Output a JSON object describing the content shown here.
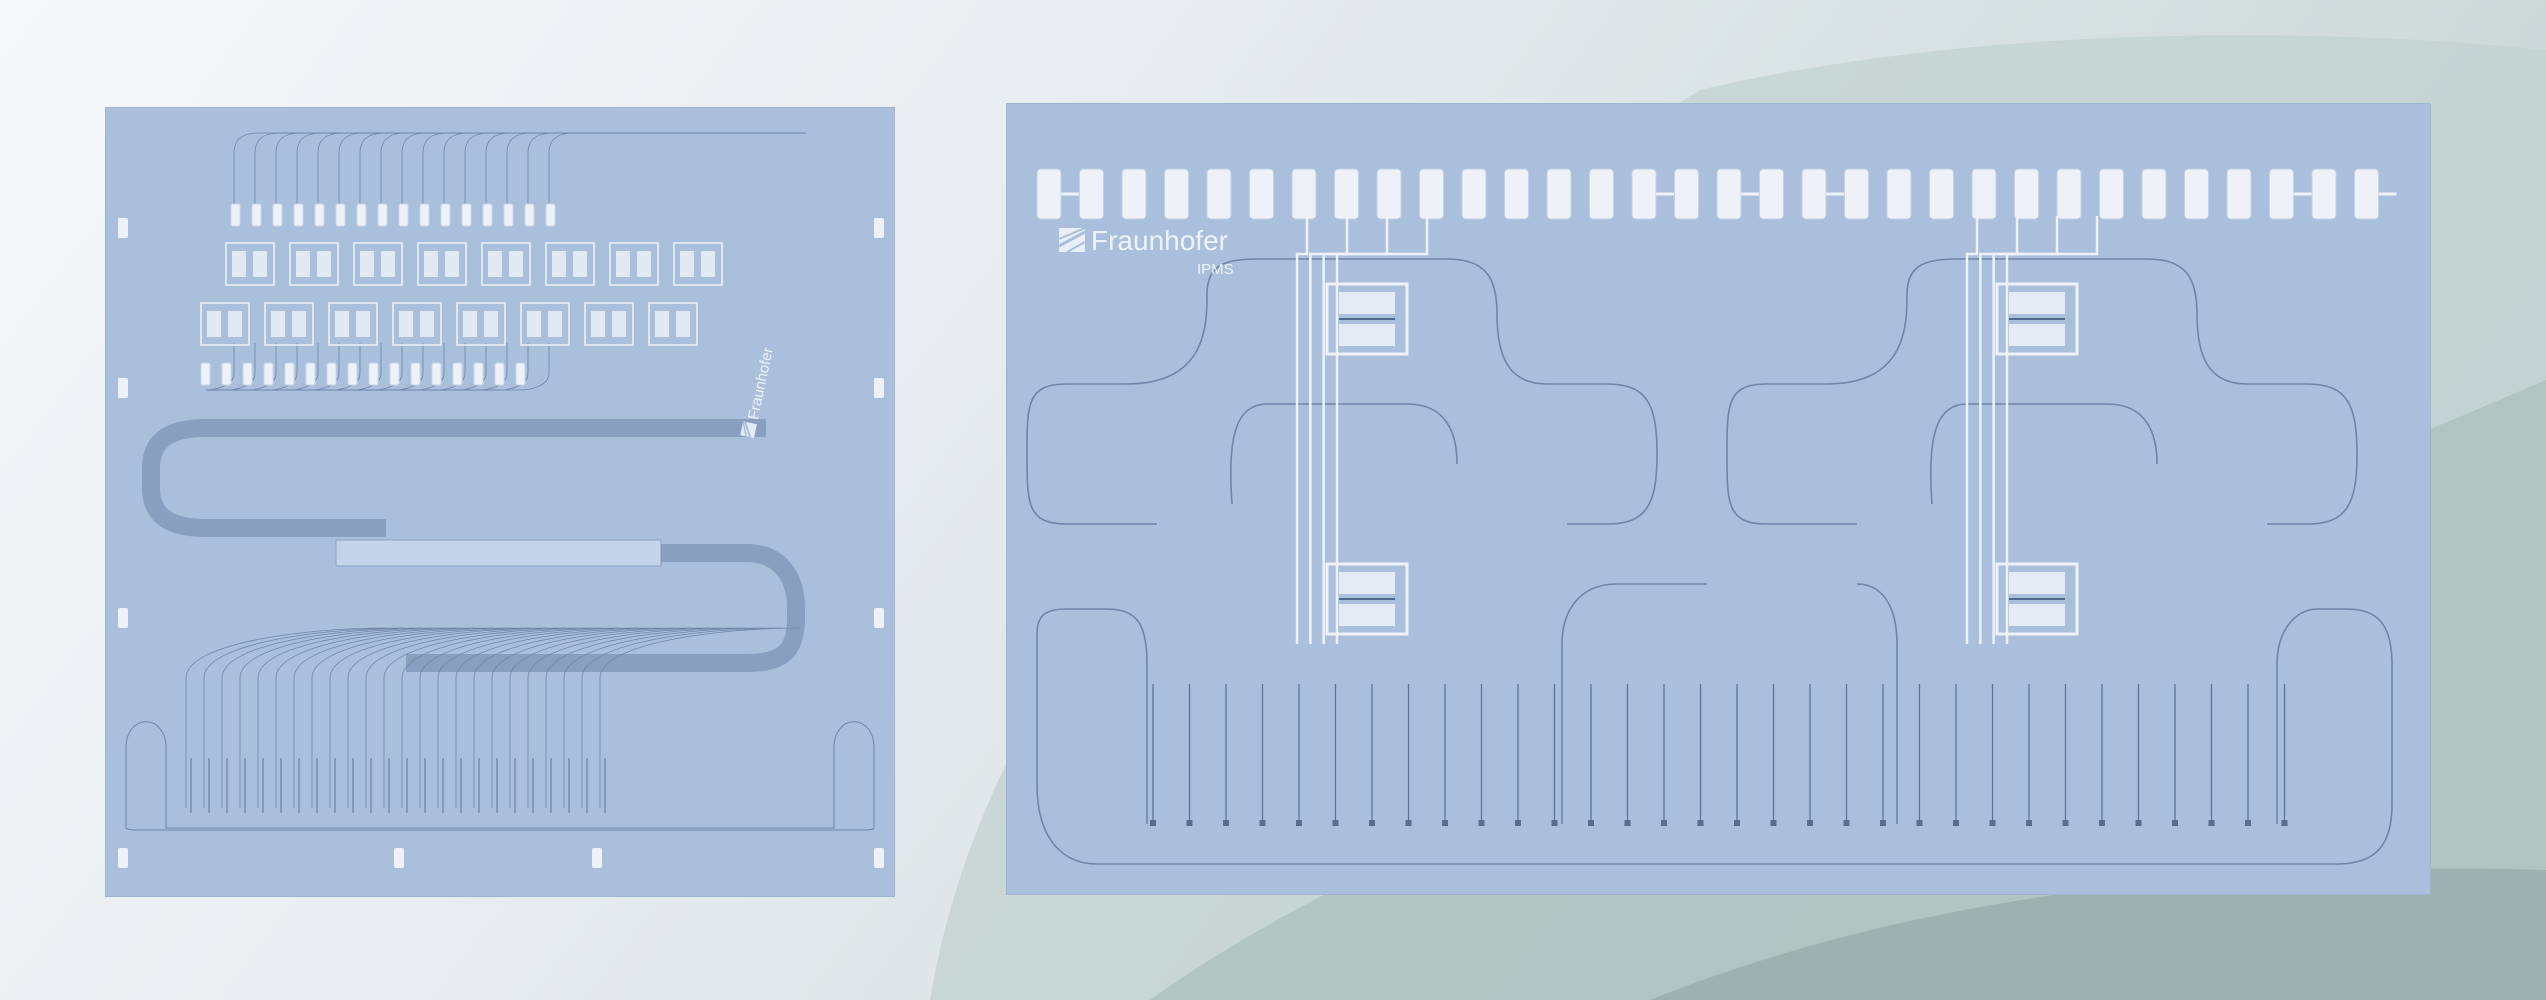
{
  "scene": {
    "background": {
      "colors": [
        "#f4f6f7",
        "#dfe7e8",
        "#b9c9c6",
        "#8ea7a3"
      ]
    },
    "chip_color": "#a9bfdc",
    "trace_color": "#6e84a6",
    "pad_color": "#eef2f8"
  },
  "left_chip": {
    "logo_text": "Fraunhofer"
  },
  "right_chip": {
    "logo_text": "Fraunhofer",
    "logo_subtext": "IPMS"
  }
}
